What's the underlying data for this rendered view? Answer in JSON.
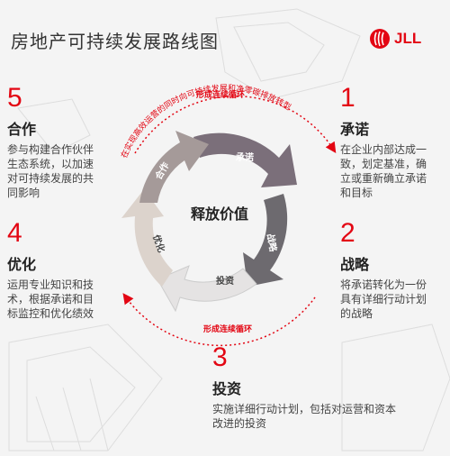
{
  "title": "房地产可持续发展路线图",
  "logo": {
    "text": "JLL",
    "color": "#e30613"
  },
  "colors": {
    "accent": "#e30613",
    "wheel_dark": "#7b6f7a",
    "wheel_mid": "#a59a99",
    "wheel_light": "#dcd3cc"
  },
  "center": "释放价值",
  "segments": [
    "承诺",
    "战略",
    "投资",
    "优化",
    "合作"
  ],
  "outer_arc": "在实现高效运营的同时向可持续发展和净零碳排放转型",
  "loop_top": "形成连续循环",
  "loop_bottom": "形成连续循环",
  "steps": [
    {
      "num": "1",
      "head": "承诺",
      "desc": [
        "在企业内部达成一",
        "致，划定基准，确",
        "立或重新确立承诺",
        "和目标"
      ]
    },
    {
      "num": "2",
      "head": "战略",
      "desc": [
        "将承诺转化为一份",
        "具有详细行动计划",
        "的战略"
      ]
    },
    {
      "num": "3",
      "head": "投资",
      "desc": [
        "实施详细行动计划，包括对运营和资本",
        "改进的投资"
      ]
    },
    {
      "num": "4",
      "head": "优化",
      "desc": [
        "运用专业知识和技",
        "术，根据承诺和目",
        "标监控和优化绩效"
      ]
    },
    {
      "num": "5",
      "head": "合作",
      "desc": [
        "参与构建合作伙伴",
        "生态系统，以加速",
        "对可持续发展的共",
        "同影响"
      ]
    }
  ]
}
